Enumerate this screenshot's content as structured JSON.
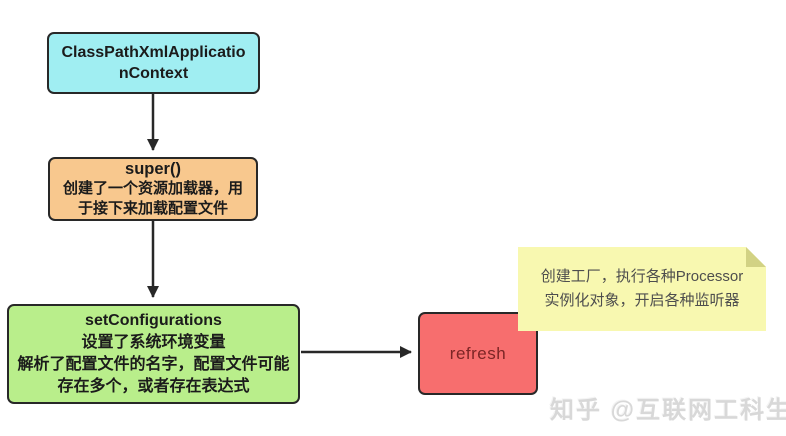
{
  "colors": {
    "background": "#ffffff",
    "node_border": "#282828",
    "arrow": "#282828",
    "context_fill": "#a0eef2",
    "super_fill": "#f8c88e",
    "set_configurations_fill": "#b9ee8b",
    "refresh_fill": "#f76e6e",
    "refresh_text": "#7c2525",
    "note_fill": "#f8f8b0",
    "note_fold": "#d2d284",
    "watermark_text": "#d2d2d2"
  },
  "nodes": {
    "context": {
      "line1": "ClassPathXmlApplicatio",
      "line2": "nContext"
    },
    "super_call": {
      "title": "super()",
      "desc_line1": "创建了一个资源加载器，用",
      "desc_line2": "于接下来加载配置文件"
    },
    "set_configurations": {
      "title": "setConfigurations",
      "desc_line1": "设置了系统环境变量",
      "desc_line2": "解析了配置文件的名字，配置文件可能",
      "desc_line3": "存在多个，或者存在表达式"
    },
    "refresh": {
      "label": "refresh"
    }
  },
  "note": {
    "line1": "创建工厂，执行各种Processor",
    "line2": "实例化对象，开启各种监听器"
  },
  "watermark": {
    "text": "知乎 @互联网工科生"
  }
}
